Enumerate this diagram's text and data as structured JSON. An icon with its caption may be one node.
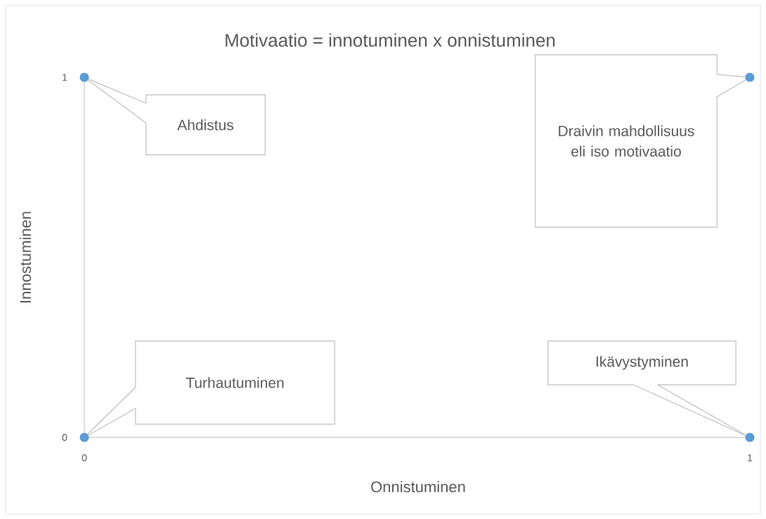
{
  "diagram": {
    "title": "Motivaatio = innotuminen x onnistuminen",
    "nodes": [
      {
        "text": [
          "Ahdistus"
        ]
      },
      {
        "text": [
          "Draivin mahdollisuus eli iso motivaatio"
        ]
      },
      {
        "text": [
          "Turhautuminen"
        ]
      },
      {
        "text": [
          "Ikävystyminen"
        ]
      },
      {
        "text": [],
        "shape": "circle"
      },
      {
        "text": [],
        "shape": "circle"
      },
      {
        "text": [],
        "shape": "circle"
      },
      {
        "text": [],
        "shape": "circle"
      }
    ],
    "edges": [
      {
        "from": 0,
        "to": 4,
        "arrow": "none"
      },
      {
        "from": 1,
        "to": 5,
        "arrow": "none"
      },
      {
        "from": 2,
        "to": 6,
        "arrow": "none"
      },
      {
        "from": 3,
        "to": 7,
        "arrow": "none"
      }
    ],
    "labels": [
      "1",
      "Innostuminen",
      "0",
      "0",
      "1",
      "Onnistuminen"
    ]
  }
}
